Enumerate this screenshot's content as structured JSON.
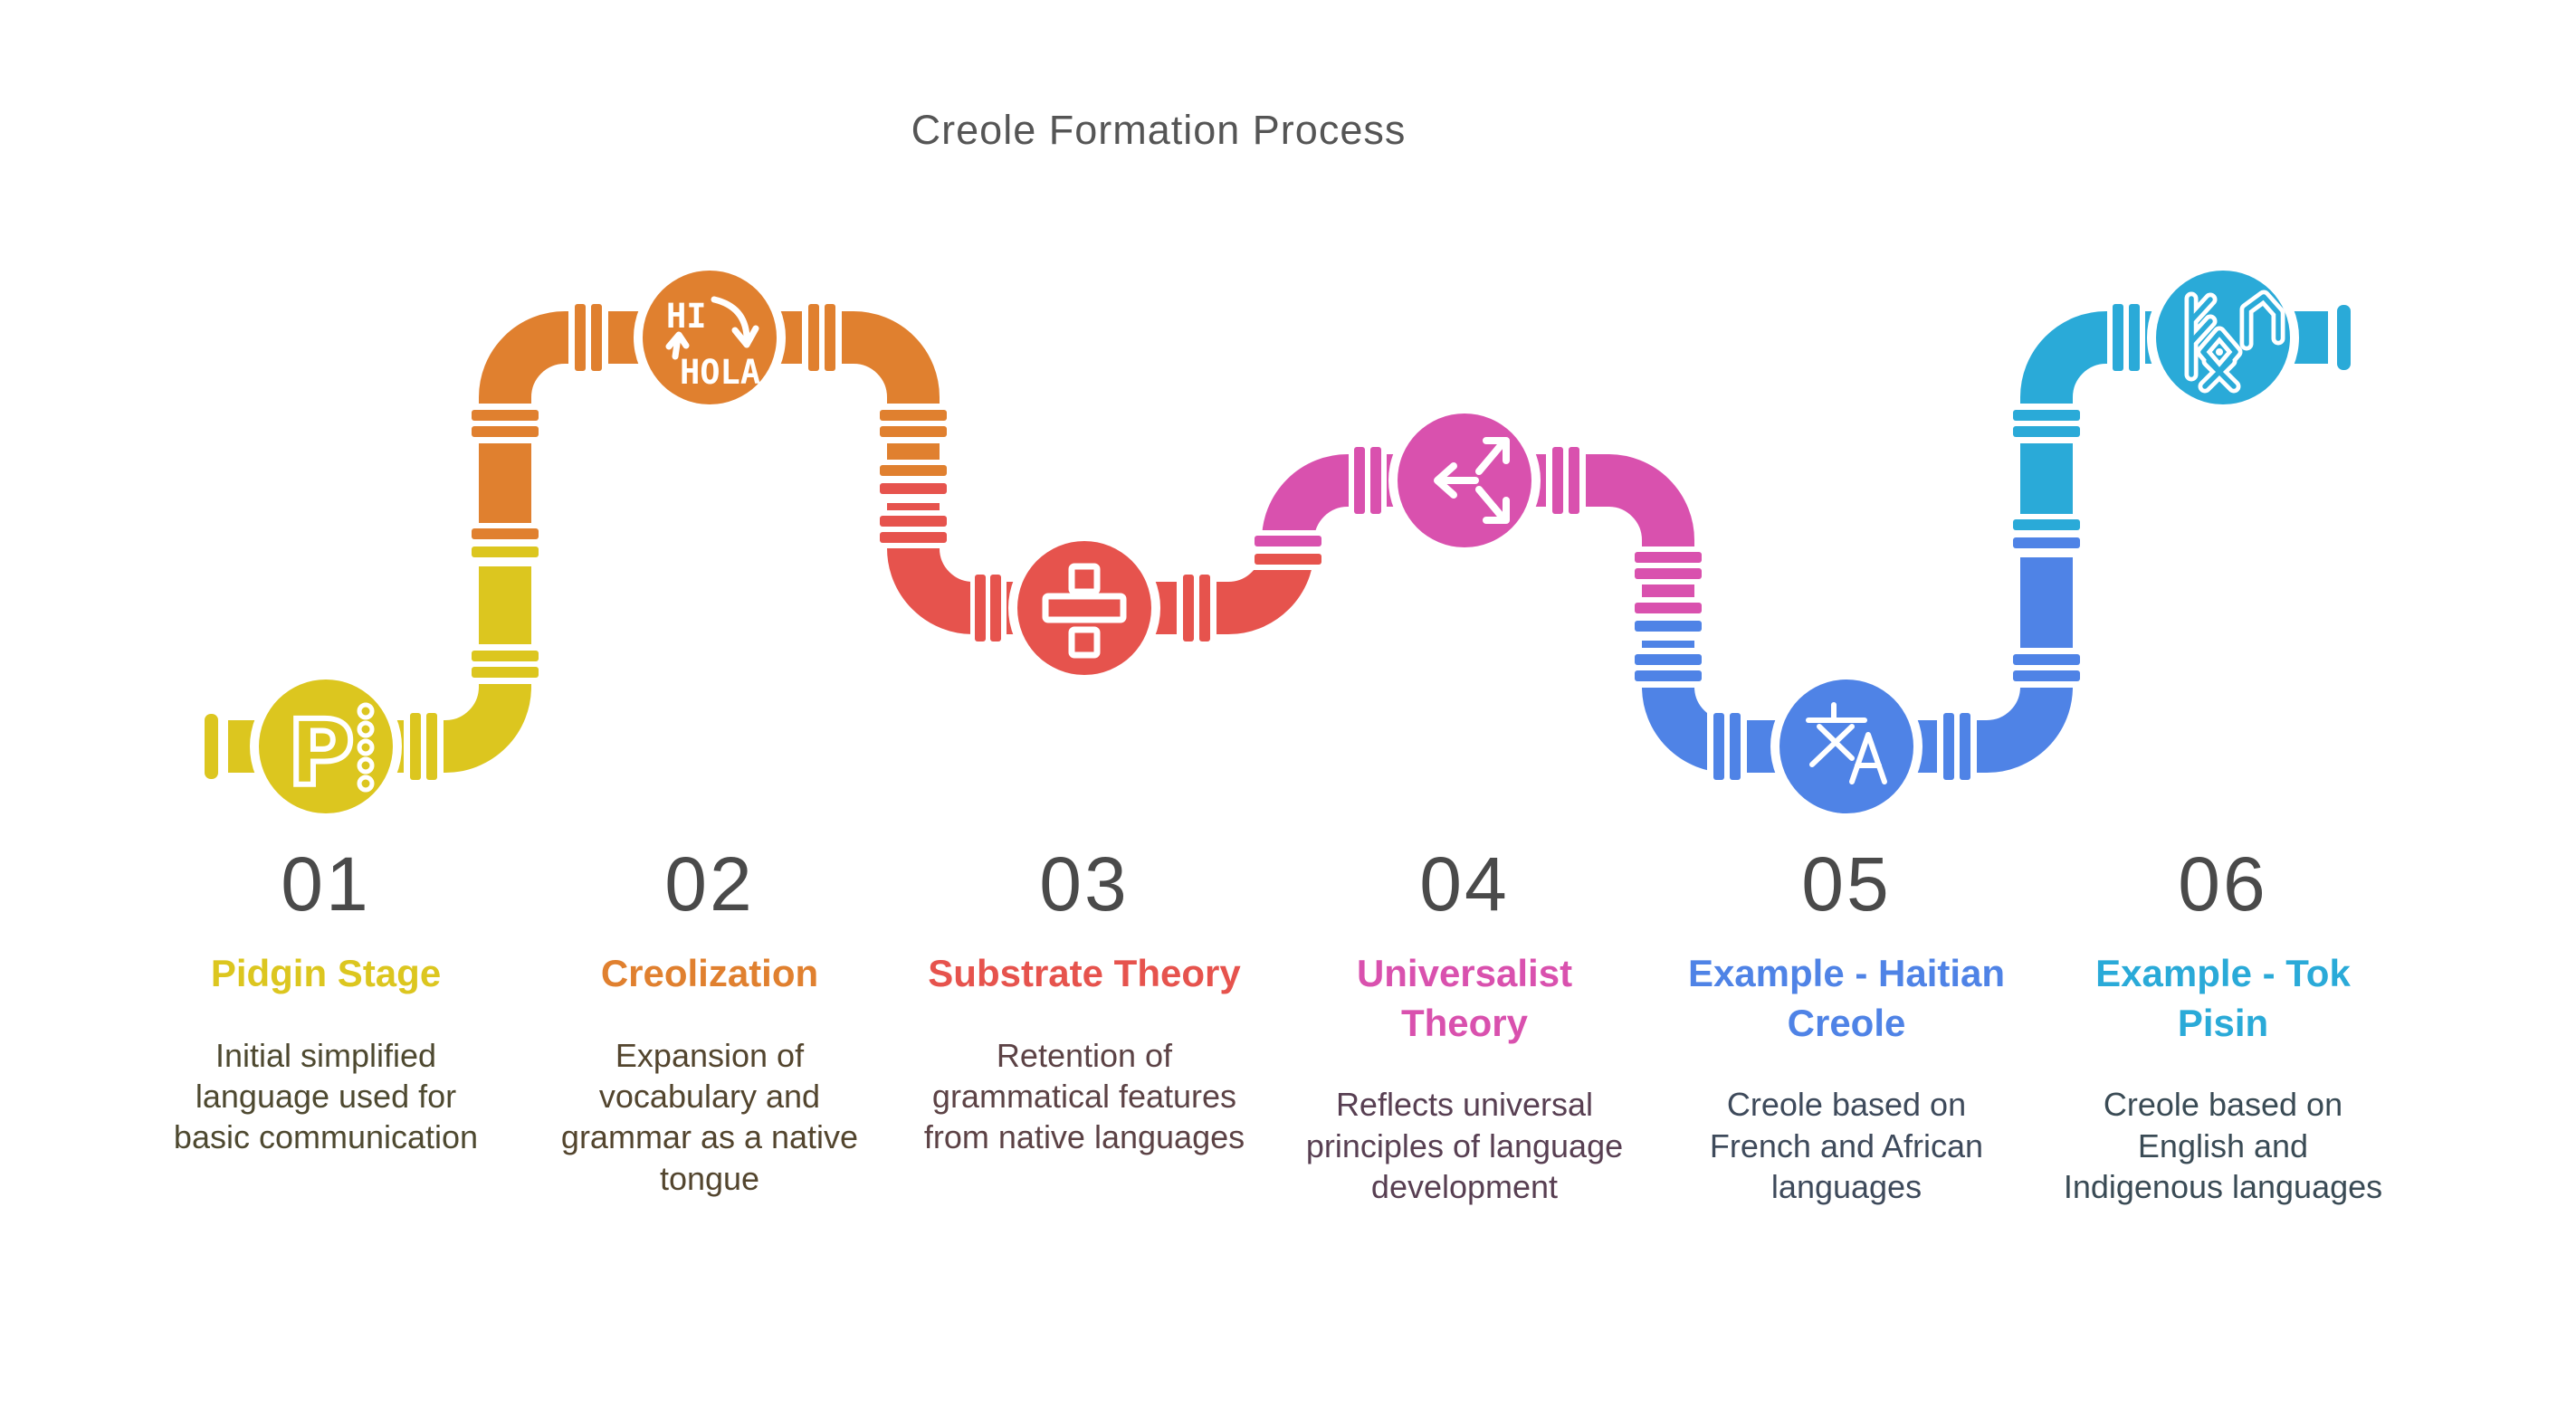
{
  "title": "Creole Formation Process",
  "title_color": "#555555",
  "number_color": "#4a4a4a",
  "background": "#ffffff",
  "stages": [
    {
      "number": "01",
      "title": "Pidgin Stage",
      "description": "Initial simplified language used for basic communication",
      "color": "#DCC61F",
      "desc_color": "#4E4930",
      "icon": "p-letter-with-dots-icon"
    },
    {
      "number": "02",
      "title": "Creolization",
      "description": "Expansion of vocabulary and grammar as a native tongue",
      "color": "#E0802F",
      "desc_color": "#53452E",
      "icon": "hi-hola-translation-icon",
      "icon_labels": {
        "top": "HI",
        "bottom": "HOLA"
      }
    },
    {
      "number": "03",
      "title": "Substrate Theory",
      "description": "Retention of grammatical features from native languages",
      "color": "#E6534D",
      "desc_color": "#5C4245",
      "icon": "division-icon"
    },
    {
      "number": "04",
      "title": "Universalist Theory",
      "description": "Reflects universal principles of language development",
      "color": "#D951AE",
      "desc_color": "#583F52",
      "icon": "three-way-arrows-icon"
    },
    {
      "number": "05",
      "title": "Example - Haitian Creole",
      "description": "Creole based on French and African languages",
      "color": "#4F83E6",
      "desc_color": "#3E4A5B",
      "icon": "translate-icon"
    },
    {
      "number": "06",
      "title": "Example - Tok Pisin",
      "description": "Creole based on English and Indigenous languages",
      "color": "#2AAAD8",
      "desc_color": "#3A4B55",
      "icon": "runes-icon"
    }
  ]
}
